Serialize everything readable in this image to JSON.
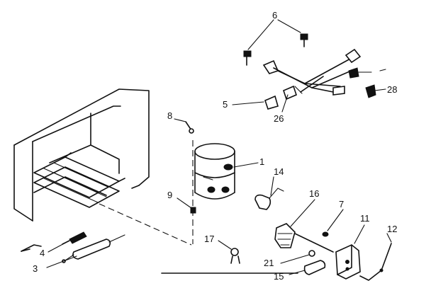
{
  "diagram": {
    "part_labels": [
      {
        "key": "p1",
        "text": "1"
      },
      {
        "key": "p3",
        "text": "3"
      },
      {
        "key": "p4",
        "text": "4"
      },
      {
        "key": "p5",
        "text": "5"
      },
      {
        "key": "p6",
        "text": "6"
      },
      {
        "key": "p7",
        "text": "7"
      },
      {
        "key": "p8",
        "text": "8"
      },
      {
        "key": "p9",
        "text": "9"
      },
      {
        "key": "p11",
        "text": "11"
      },
      {
        "key": "p12",
        "text": "12"
      },
      {
        "key": "p14",
        "text": "14"
      },
      {
        "key": "p15",
        "text": "15"
      },
      {
        "key": "p16",
        "text": "16"
      },
      {
        "key": "p17",
        "text": "17"
      },
      {
        "key": "p21",
        "text": "21"
      },
      {
        "key": "p26",
        "text": "26"
      },
      {
        "key": "p28",
        "text": "28"
      }
    ]
  }
}
